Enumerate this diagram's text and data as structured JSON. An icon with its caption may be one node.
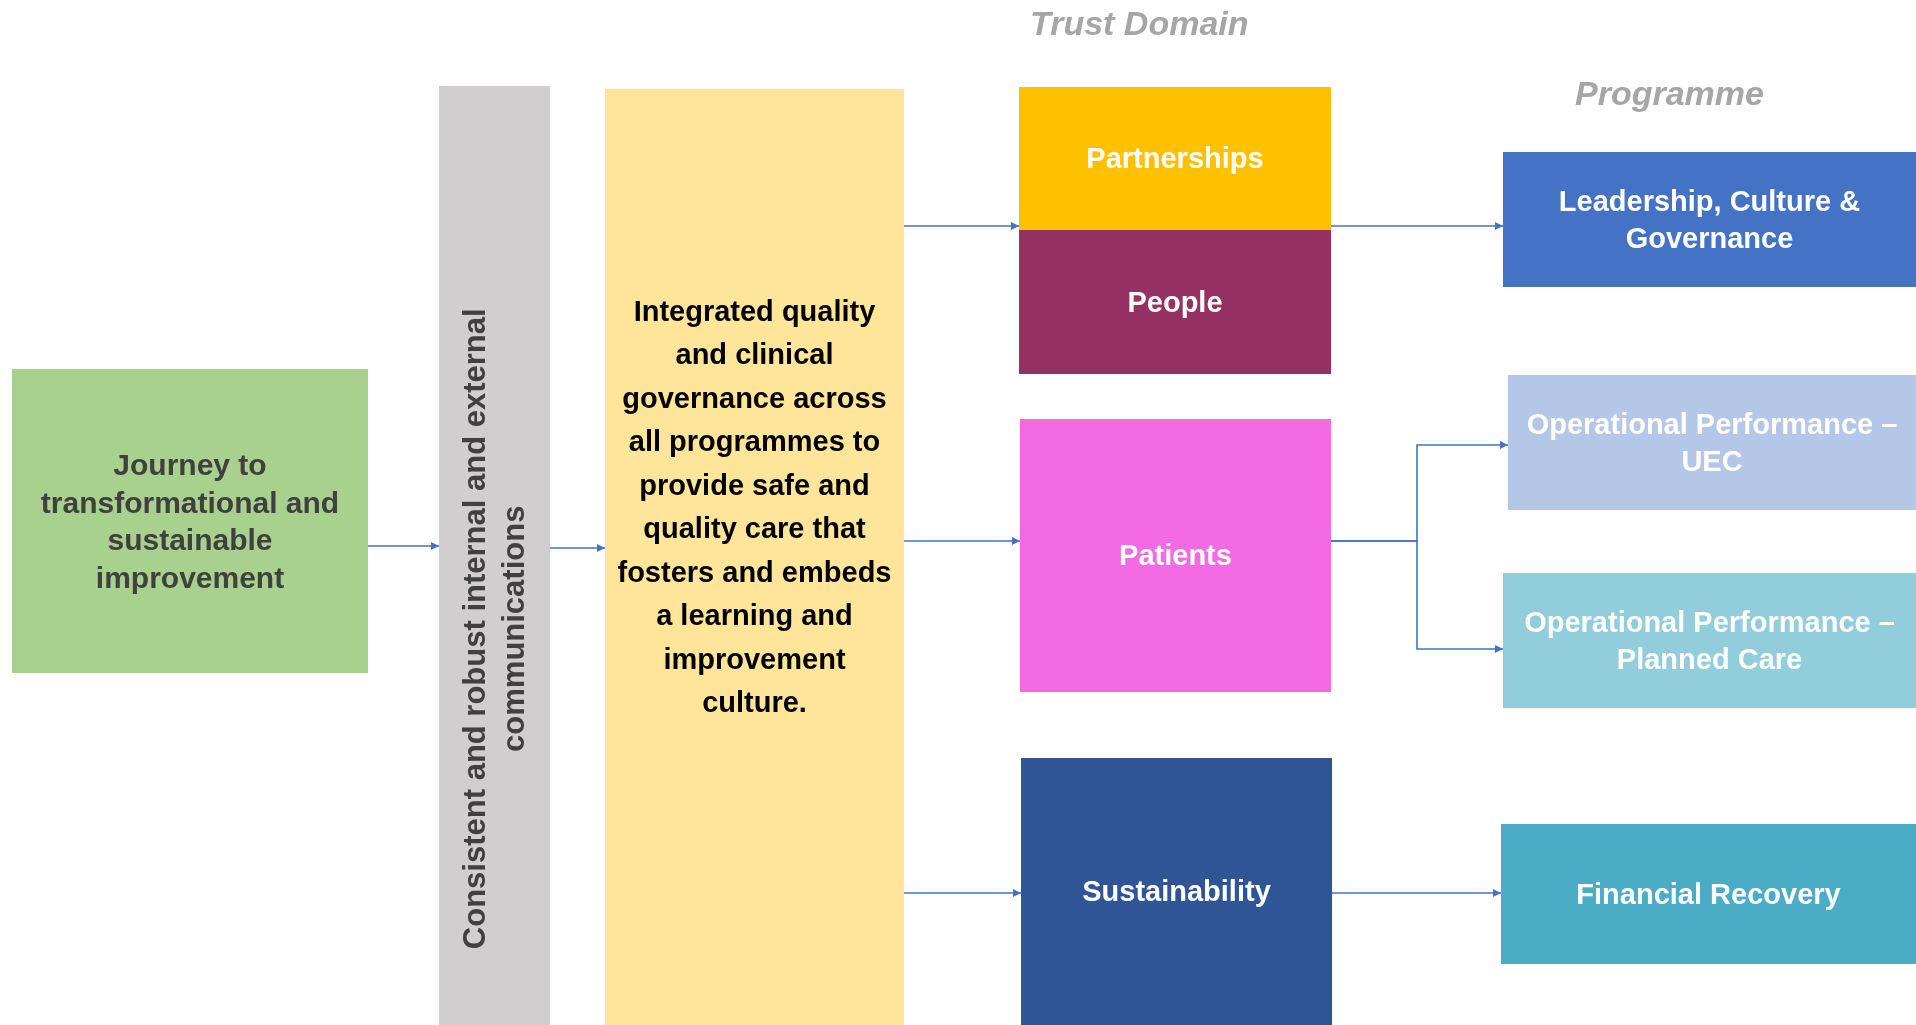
{
  "diagram": {
    "nodes": [
      {
        "text": [
          "Journey to transformational and sustainable improvement"
        ]
      },
      {
        "text": [
          "Consistent and robust internal and external communications"
        ]
      },
      {
        "text": [
          "Integrated quality and clinical governance across all programmes to provide safe and quality care that fosters and embeds a learning and improvement culture."
        ]
      },
      {
        "text": [
          "Partnerships"
        ]
      },
      {
        "text": [
          "People"
        ]
      },
      {
        "text": [
          "Patients"
        ]
      },
      {
        "text": [
          "Sustainability"
        ]
      },
      {
        "text": [
          "Leadership, Culture & Governance"
        ]
      },
      {
        "text": [
          "Operational Performance – UEC"
        ]
      },
      {
        "text": [
          "Operational Performance – Planned Care"
        ]
      },
      {
        "text": [
          "Financial Recovery"
        ]
      }
    ],
    "edges": [
      {
        "from": 0,
        "to": 1,
        "arrow": "to"
      },
      {
        "from": 1,
        "to": 2,
        "arrow": "to"
      },
      {
        "from": 2,
        "to": 3,
        "arrow": "to"
      },
      {
        "from": 2,
        "to": 5,
        "arrow": "to"
      },
      {
        "from": 2,
        "to": 6,
        "arrow": "to"
      },
      {
        "from": 3,
        "to": 7,
        "arrow": "to"
      },
      {
        "from": 5,
        "to": 8,
        "arrow": "to"
      },
      {
        "from": 5,
        "to": 9,
        "arrow": "to"
      },
      {
        "from": 6,
        "to": 10,
        "arrow": "to"
      }
    ],
    "labels": [
      "Trust Domain",
      "Programme"
    ]
  }
}
